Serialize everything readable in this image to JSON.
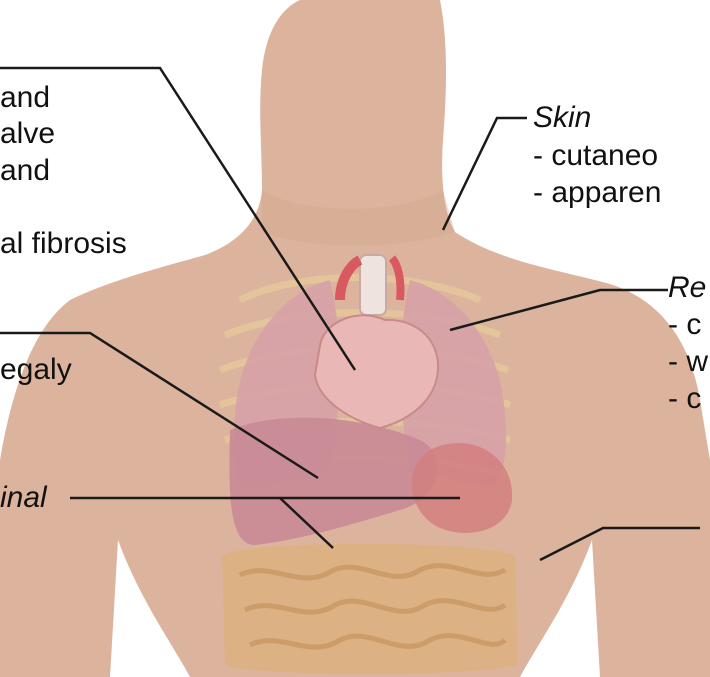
{
  "colors": {
    "skin": "#dcb49d",
    "skin_shadow": "#cfa389",
    "line": "#1a1a1a",
    "text": "#111111",
    "heart": "#e9b7b5",
    "liver": "#c98a96",
    "lung": "#d6a0a8",
    "intestine": "#dcb183"
  },
  "labels": {
    "left": {
      "cardiac_line1": "and",
      "cardiac_line2": "alve",
      "cardiac_line3": "and",
      "cardiac_line4": "al fibrosis",
      "liver_line1": "egaly",
      "gastro_title": "inal"
    },
    "right": {
      "skin_title": "Skin",
      "skin_item1": "- cutaneo",
      "skin_item2": "- apparen",
      "resp_title": "Re",
      "resp_item1": "- c",
      "resp_item2": "- w",
      "resp_item3": "- c"
    }
  },
  "illustration": {
    "name": "human-torso-organs",
    "organs": [
      "heart",
      "lungs",
      "liver",
      "stomach",
      "intestines",
      "trachea"
    ]
  }
}
